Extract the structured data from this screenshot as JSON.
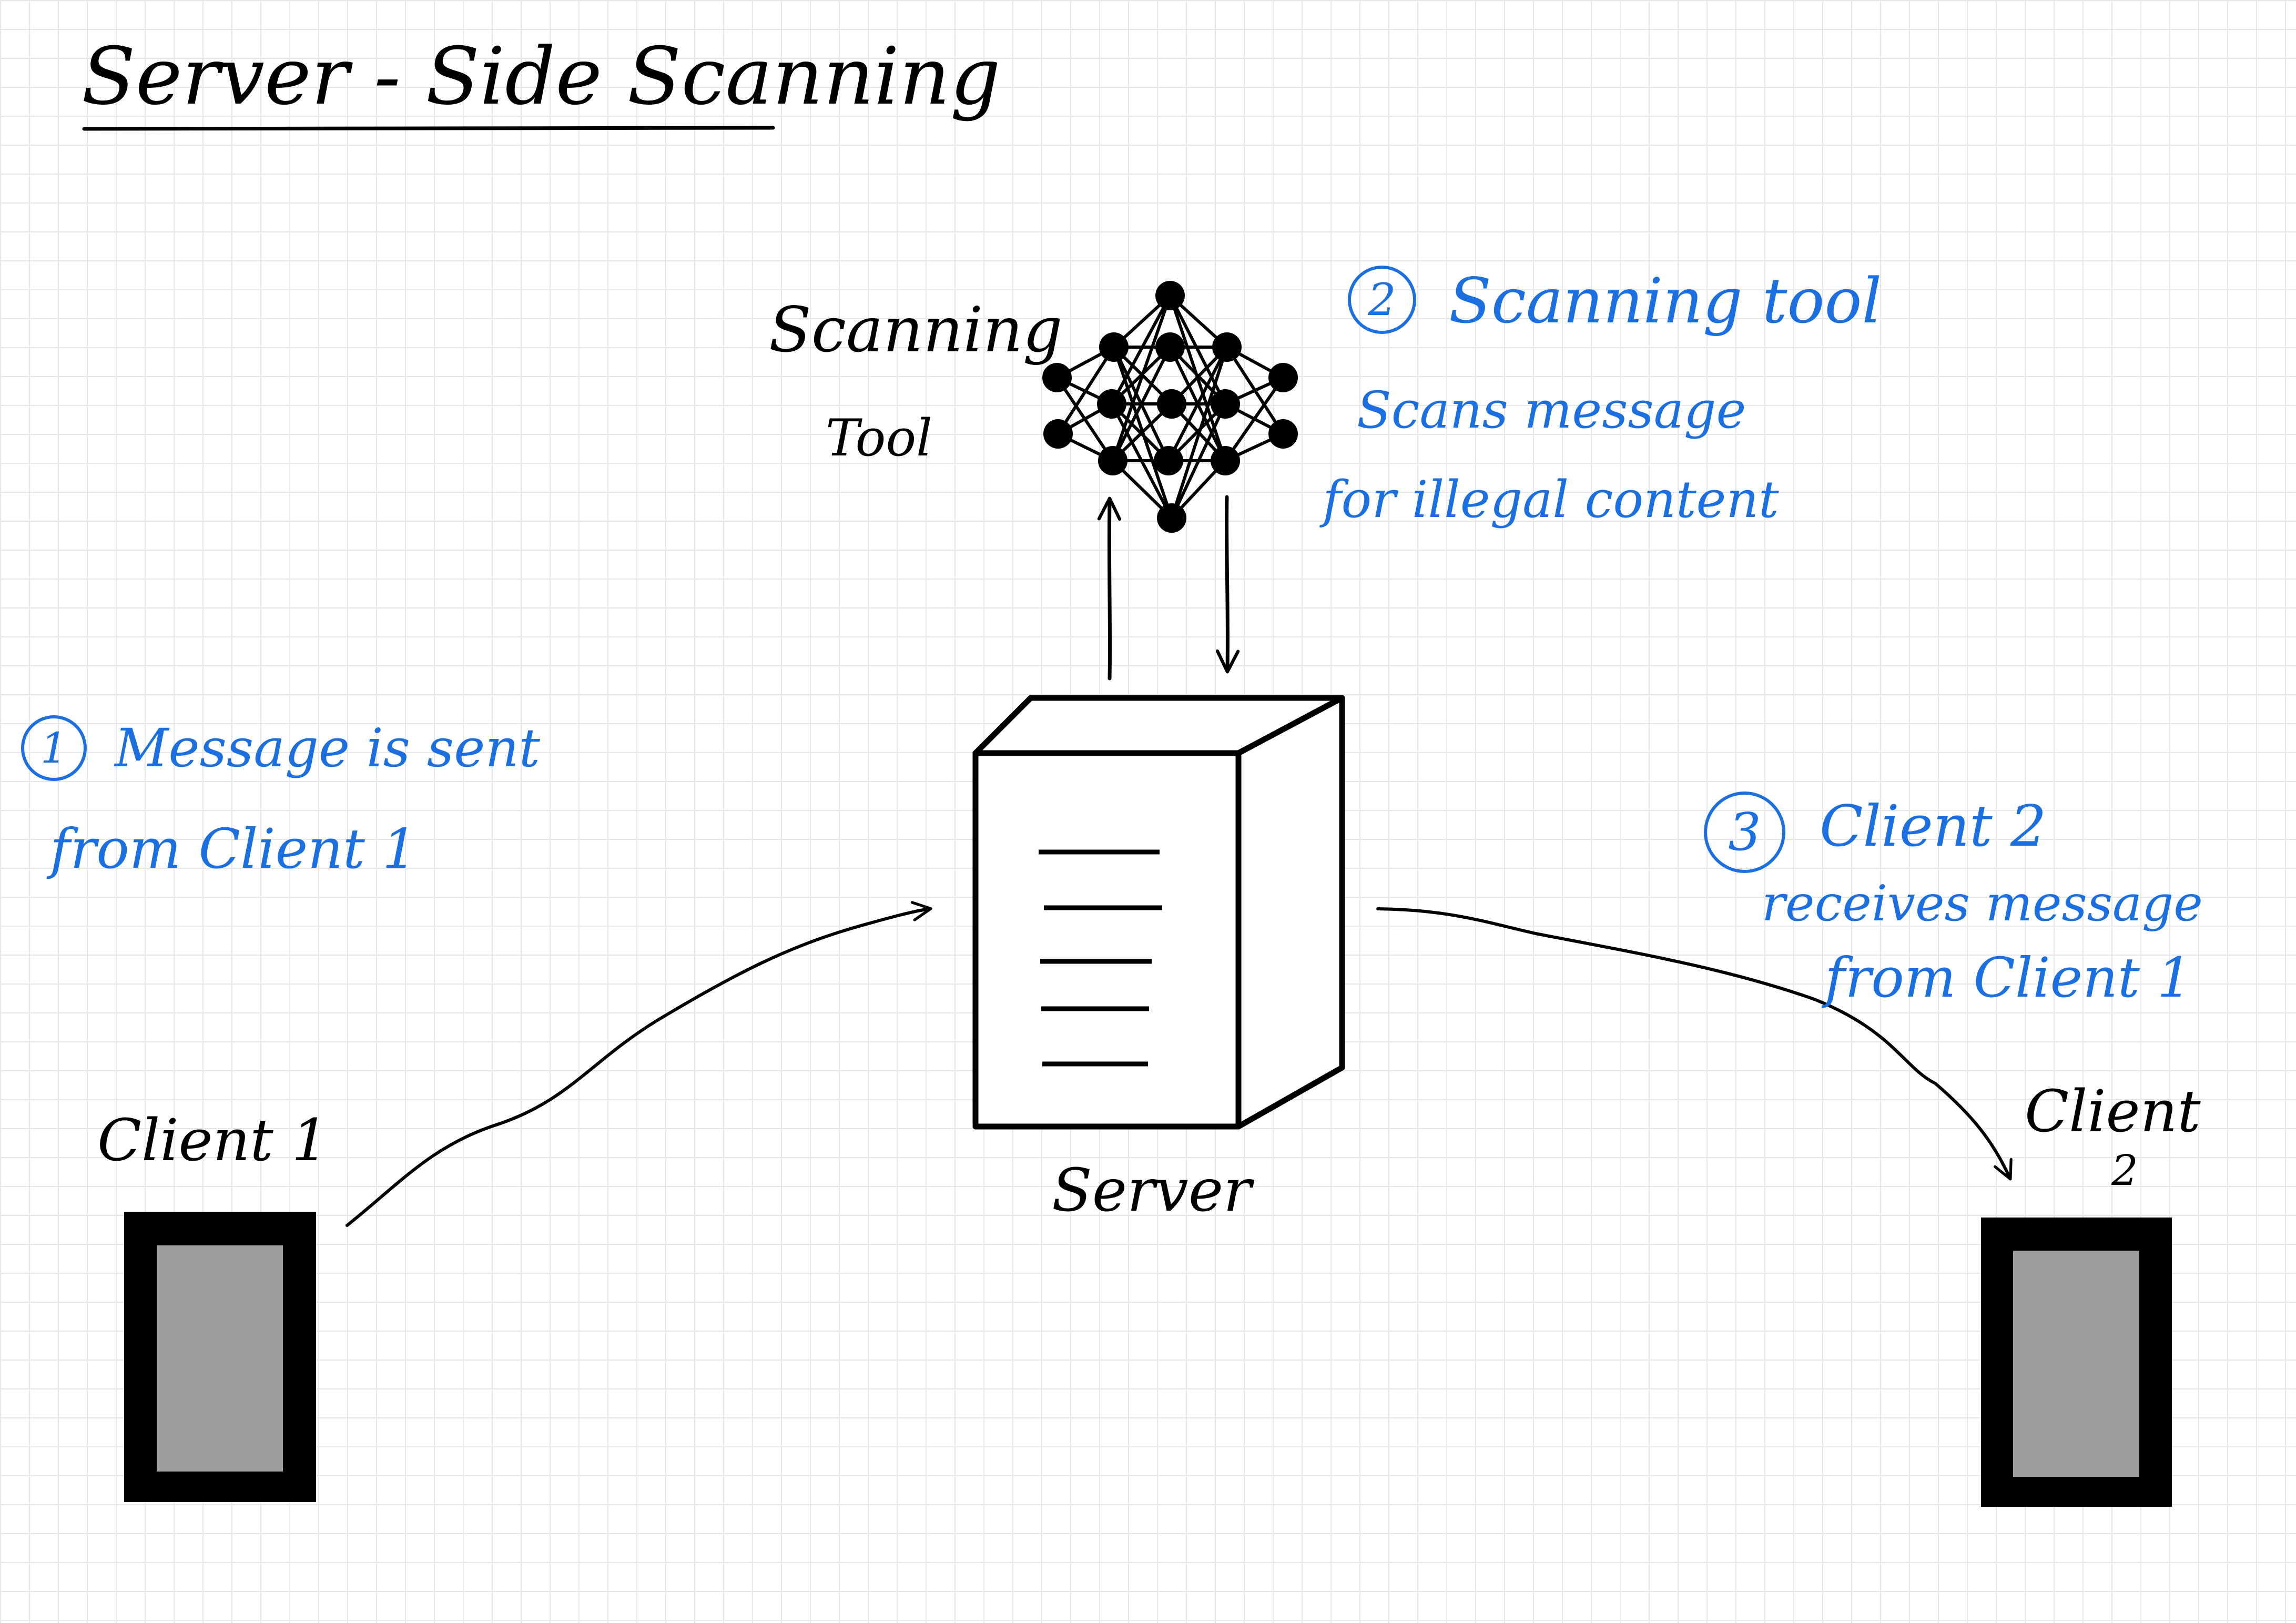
{
  "title": "Server - Side Scanning",
  "nodes": {
    "scanning_tool": {
      "label": "Scanning Tool",
      "label_line1": "Scanning",
      "label_line2": "Tool"
    },
    "server": {
      "label": "Server"
    },
    "client1": {
      "label": "Client 1"
    },
    "client2": {
      "label": "Client 2",
      "label_line1": "Client",
      "label_line2": "2"
    }
  },
  "steps": [
    {
      "number": "1",
      "lines": [
        "Message is sent",
        "from Client 1"
      ]
    },
    {
      "number": "2",
      "lines": [
        "Scanning tool",
        "Scans message",
        "for illegal content"
      ]
    },
    {
      "number": "3",
      "lines": [
        "Client 2",
        "receives message",
        "from Client 1"
      ]
    }
  ],
  "colors": {
    "ink": "#000000",
    "annotation": "#1b6fe0",
    "device_screen": "#9e9e9e",
    "grid": "#e6e6e6"
  },
  "icons": {
    "scanning_tool": "neural-network-icon",
    "server": "server-box-icon",
    "client": "phone-device-icon"
  }
}
